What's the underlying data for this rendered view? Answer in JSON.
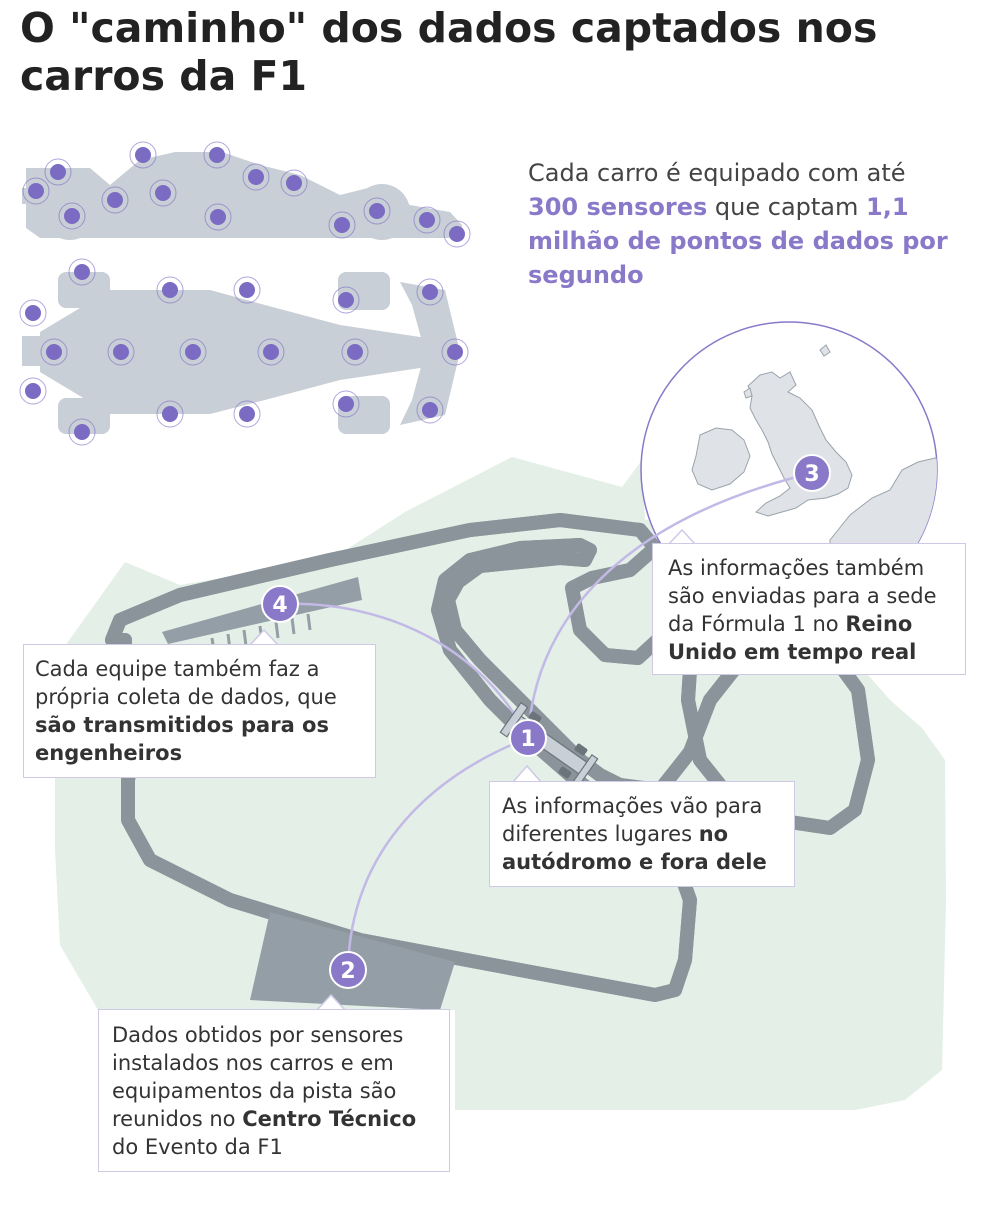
{
  "title": "O \"caminho\" dos dados captados nos carros da F1",
  "intro": {
    "part1": "Cada carro é equipado com até ",
    "highlight1": "300 sensores",
    "part2": " que captam ",
    "highlight2": "1,1 milhão de pontos de dados por segundo"
  },
  "steps": [
    {
      "number": "1",
      "text": "As informações vão para diferentes lugares ",
      "bold": "no autódromo e fora dele",
      "tail": ""
    },
    {
      "number": "2",
      "text": "Dados obtidos por sensores instalados nos carros e em equipamentos da pista são reunidos no ",
      "bold": "Centro Técnico",
      "tail": " do Evento da F1"
    },
    {
      "number": "3",
      "text": "As informações também são enviadas para a sede da Fórmula 1 no ",
      "bold": "Reino Unido em tempo real",
      "tail": ""
    },
    {
      "number": "4",
      "text": "Cada equipe também faz a própria coleta de dados, que ",
      "bold": "são transmitidos para os engenheiros",
      "tail": ""
    }
  ],
  "colors": {
    "accent": "#8a78c9",
    "sensor": "#7b6bc2",
    "car": "#c9cfd6",
    "land": "#e3efe7",
    "track": "#8b949b",
    "building": "#939ea6",
    "route": "#c3b9e6"
  }
}
